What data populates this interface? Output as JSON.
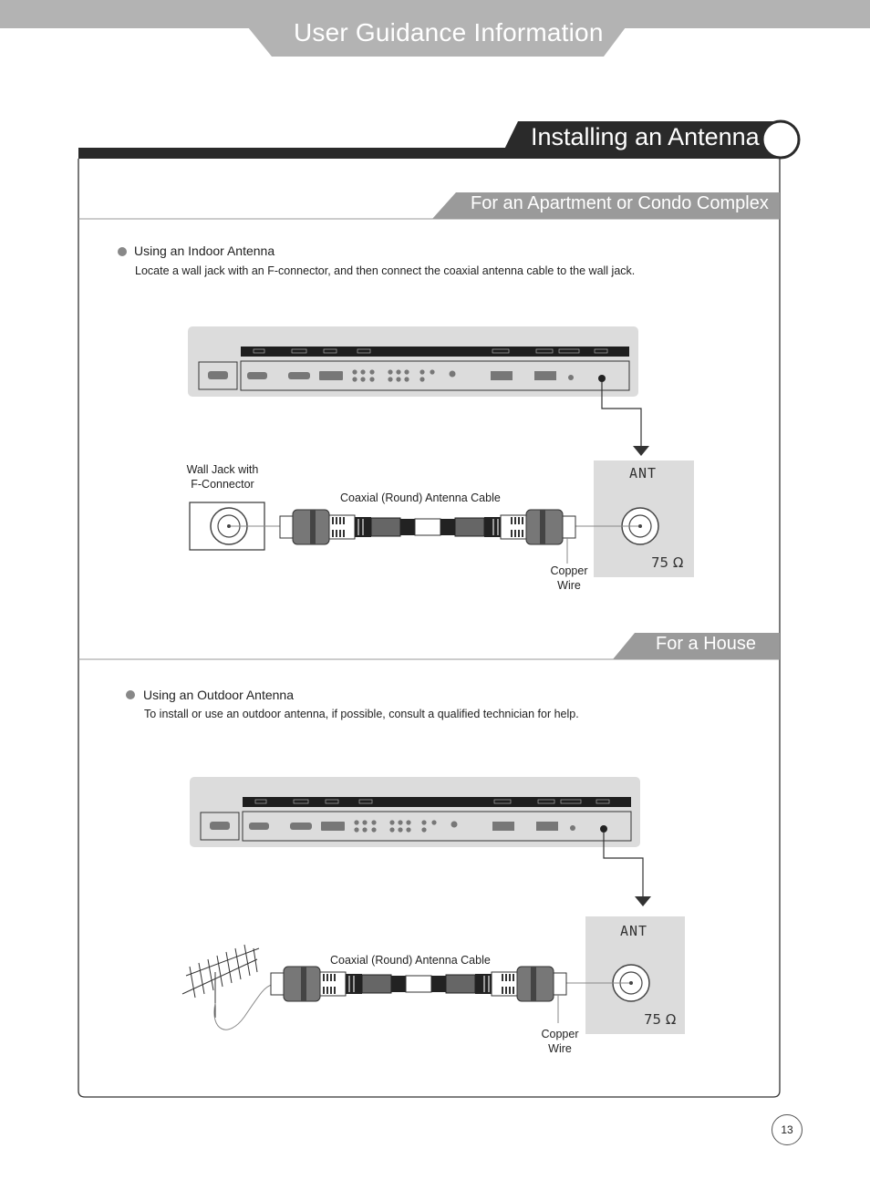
{
  "header": {
    "title": "User Guidance Information"
  },
  "section": {
    "title": "Installing an Antenna"
  },
  "apartment": {
    "subtitle": "For an Apartment or Condo Complex",
    "bullet": "Using an Indoor Antenna",
    "text": "Locate a wall jack with an F-connector, and then connect the coaxial antenna cable to the wall jack.",
    "wall_jack_label_line1": "Wall Jack with",
    "wall_jack_label_line2": "F-Connector",
    "cable_label": "Coaxial (Round) Antenna Cable",
    "copper_line1": "Copper",
    "copper_line2": "Wire",
    "ant_label": "ANT",
    "ohm_label": "75 Ω"
  },
  "house": {
    "subtitle": "For a House",
    "bullet": "Using an Outdoor Antenna",
    "text": "To install or use an outdoor antenna, if possible, consult a qualified technician for help.",
    "cable_label": "Coaxial (Round) Antenna Cable",
    "copper_line1": "Copper",
    "copper_line2": "Wire",
    "ant_label": "ANT",
    "ohm_label": "75 Ω"
  },
  "page_number": "13",
  "colors": {
    "header_band": "#b3b3b3",
    "section_bar": "#222222",
    "subtitle_tab": "#9a9a9a",
    "ant_panel": "#dcdcdc"
  }
}
